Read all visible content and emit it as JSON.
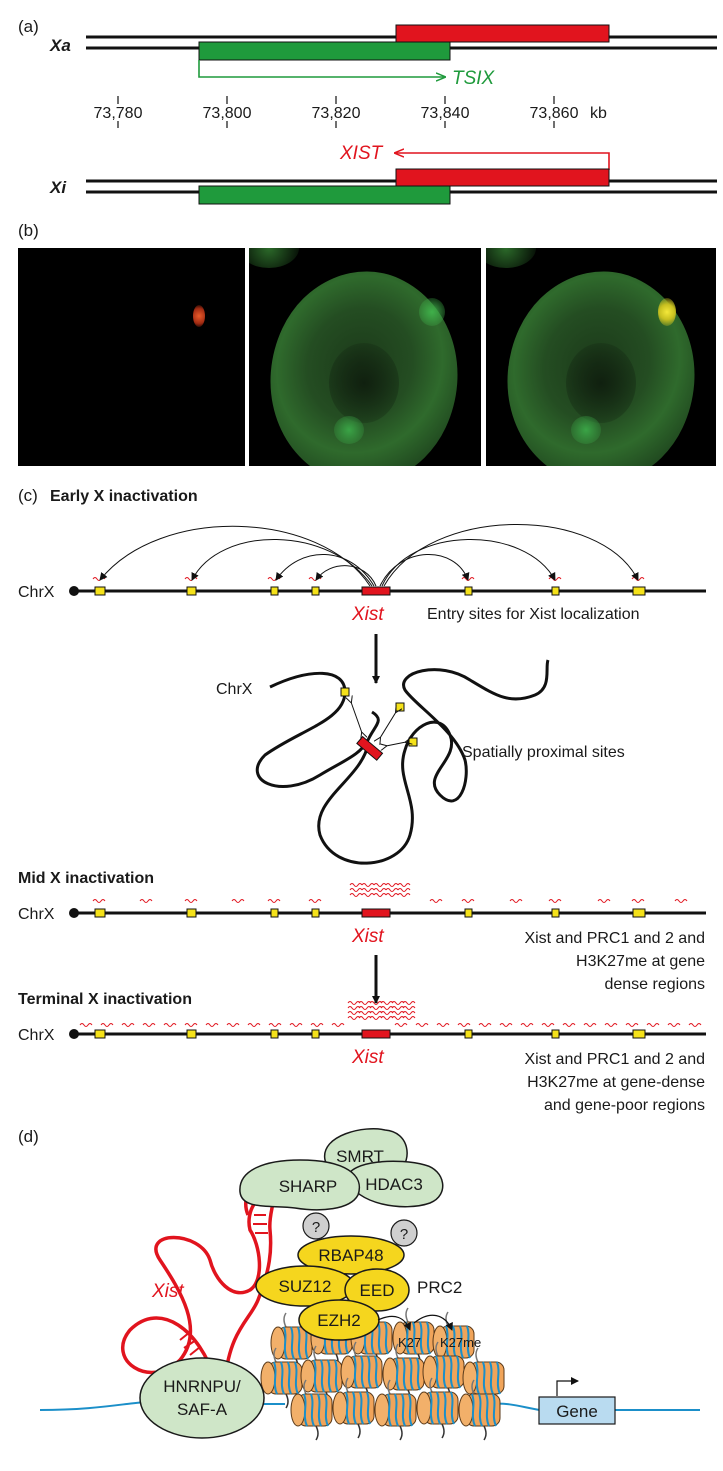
{
  "panel_a": {
    "label": "(a)",
    "xa_label": "Xa",
    "xi_label": "Xi",
    "tsix_label": "TSIX",
    "xist_label": "XIST",
    "ticks": [
      "73,780",
      "73,800",
      "73,820",
      "73,840",
      "73,860"
    ],
    "unit": "kb"
  },
  "panel_b": {
    "label": "(b)"
  },
  "panel_c": {
    "label": "(c)",
    "early_title": "Early X inactivation",
    "chrx": "ChrX",
    "xist": "Xist",
    "entry_sites": "Entry sites for Xist localization",
    "chrx_loop": "ChrX",
    "proximal": "Spatially proximal sites",
    "mid_title": "Mid X inactivation",
    "mid_desc": [
      "Xist and PRC1 and 2 and",
      "H3K27me at gene",
      "dense regions"
    ],
    "terminal_title": "Terminal X inactivation",
    "terminal_desc": [
      "Xist and PRC1 and 2 and",
      "H3K27me at gene-dense",
      "and gene-poor regions"
    ]
  },
  "panel_d": {
    "label": "(d)",
    "smrt": "SMRT",
    "sharp": "SHARP",
    "hdac3": "HDAC3",
    "unknown": "?",
    "rbap48": "RBAP48",
    "suz12": "SUZ12",
    "eed": "EED",
    "ezh2": "EZH2",
    "prc2": "PRC2",
    "k27": "K27",
    "k27me": "K27me",
    "xist": "Xist",
    "hnrnpu_1": "HNRNPU/",
    "hnrnpu_2": "SAF-A",
    "gene": "Gene"
  },
  "colors": {
    "red": "#e1141e",
    "green_band": "#1f9a3c",
    "yellow_site": "#f5e21a",
    "protein_green": "#cfe6c8",
    "prc2_yellow": "#f5d61e",
    "nucleosome_orange": "#f0a45a",
    "dna_blue": "#1b8fc9",
    "gene_box": "#b9dbf0"
  }
}
